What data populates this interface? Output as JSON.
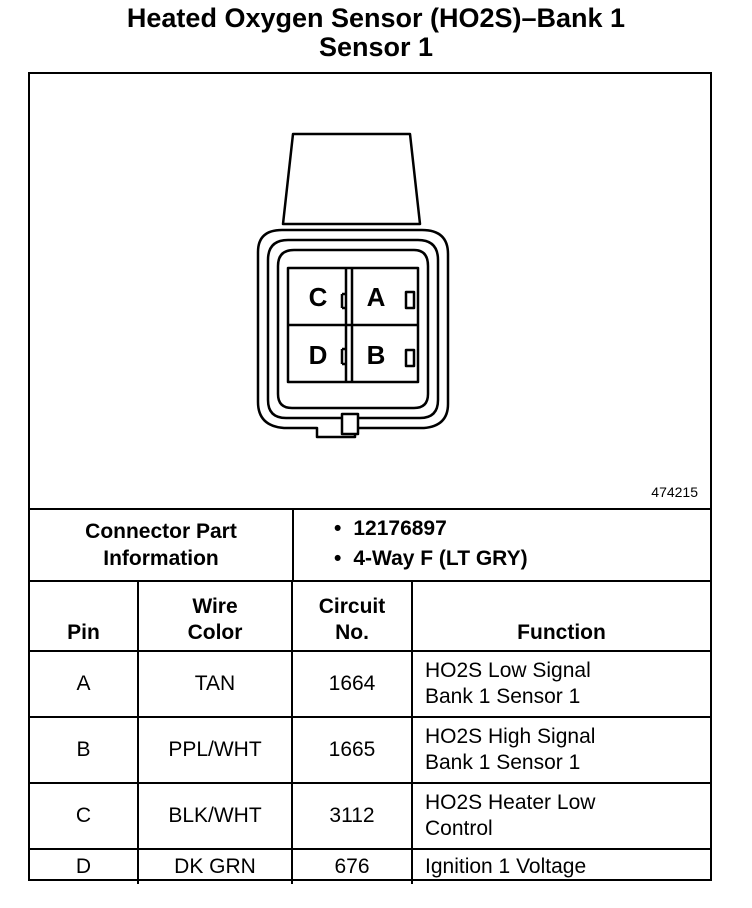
{
  "title_line1": "Heated Oxygen Sensor (HO2S)–Bank 1",
  "title_line2": "Sensor 1",
  "figure_id": "474215",
  "connector_pins_labels": [
    "C",
    "A",
    "D",
    "B"
  ],
  "connector_info": {
    "label": "Connector Part Information",
    "items": [
      "12176897",
      "4-Way F (LT GRY)"
    ]
  },
  "table": {
    "headers": [
      "Pin",
      "Wire Color",
      "Circuit No.",
      "Function"
    ],
    "rows": [
      {
        "pin": "A",
        "color": "TAN",
        "circuit": "1664",
        "function": "HO2S Low Signal\nBank 1 Sensor 1"
      },
      {
        "pin": "B",
        "color": "PPL/WHT",
        "circuit": "1665",
        "function": "HO2S High Signal\nBank 1 Sensor 1"
      },
      {
        "pin": "C",
        "color": "BLK/WHT",
        "circuit": "3112",
        "function": "HO2S Heater Low\nControl"
      },
      {
        "pin": "D",
        "color": "DK GRN",
        "circuit": "676",
        "function": "Ignition 1 Voltage"
      }
    ]
  }
}
